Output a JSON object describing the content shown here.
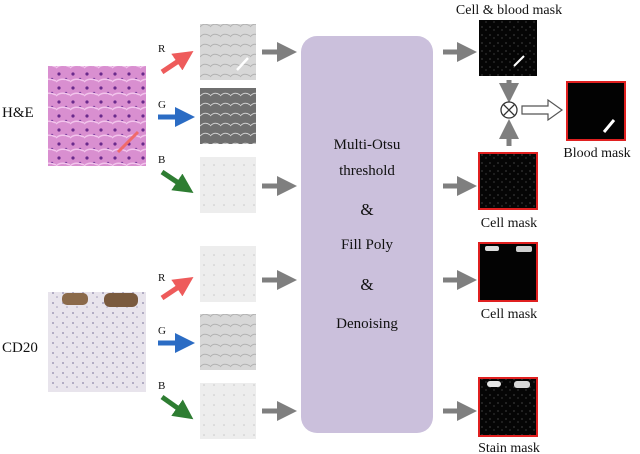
{
  "inputs": {
    "he": {
      "label": "H&E",
      "channels": [
        "R",
        "G",
        "B"
      ]
    },
    "cd20": {
      "label": "CD20",
      "channels": [
        "R",
        "G",
        "B"
      ]
    }
  },
  "process": {
    "lines": [
      "Multi-Otsu",
      "threshold",
      "&",
      "Fill Poly",
      "&",
      "Denoising"
    ]
  },
  "outputs": {
    "cell_blood_mask": "Cell & blood mask",
    "blood_mask": "Blood mask",
    "he_cell_mask": "Cell mask",
    "cd20_cell_mask": "Cell mask",
    "stain_mask": "Stain mask"
  },
  "colors": {
    "red_channel": "#ee5b5b",
    "green_channel": "#2e7d32",
    "blue_channel": "#2b6cc4",
    "process_box": "#cbc0dc",
    "gray_arrow": "#7f7f7f",
    "mask_border": "#e02020"
  }
}
